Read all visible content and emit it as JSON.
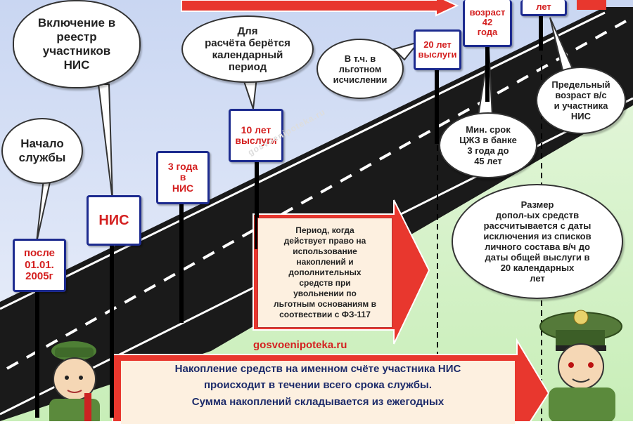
{
  "bubbles": {
    "start_service": "Начало\nслужбы",
    "registry": "Включение в\nреестр\nучастников\nНИС",
    "calc_period": "Для\nрасчёта берётся\nкалендарный\nпериод",
    "preferential": "В т.ч. в\nльготном\nисчислении",
    "min_term": "Мин. срок\nЦЖЗ в банке\n3 года до\n45 лет",
    "max_age": "Предельный\nвозраст в/с\nи участника\nНИС",
    "extra_funds": "Размер\nдопол-ых средств\nрассчитывается с даты\nисключения из списков\nличного состава в/ч до\nдаты общей выслуги в\n20 календарных\nлет"
  },
  "signs": {
    "after_2005": "после\n01.01.\n2005г",
    "nis": "НИС",
    "three_years": "3 года\nв\nНИС",
    "ten_years": "10 лет\nвыслуги",
    "twenty_years": "20 лет\nвыслуги",
    "age_42": "возраст\n42\nгода",
    "years_top": "лет"
  },
  "period_box": "Период, когда\nдействует право на\nиспользование\nнакоплений и\nдополнительных\nсредств при\nувольнении по\nльготным основаниям в\nсоотвествии с ФЗ-117",
  "bottom_box": "Накопление средств на именном счёте участника НИС\nпроисходит в течении всего срока службы.\nСумма накоплений складывается из ежегодных",
  "watermarks": {
    "road": "gosvoenipoteka.ru",
    "red": "gosvoenipoteka.ru"
  },
  "colors": {
    "sign_border": "#1d2b8f",
    "sign_text": "#d42020",
    "arrow_fill": "#e8372e",
    "box_fill": "#fdf0e0",
    "road": "#1a1a1a",
    "sky_top": "#c9d6f2",
    "ground": "#d6f3c8"
  }
}
